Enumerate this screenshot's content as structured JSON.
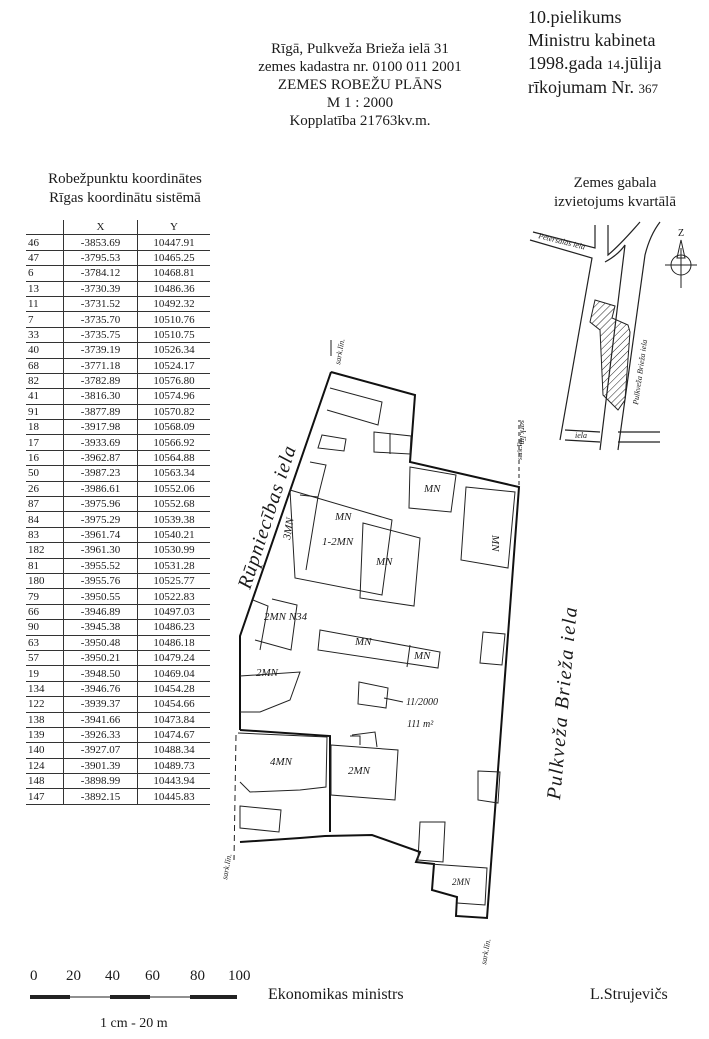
{
  "annex": {
    "line1": "10.pielikums",
    "line2": "Ministru kabineta",
    "line3_year": "1998.gada",
    "line3_day": "14",
    "line3_month": ".jūlija",
    "line4": "rīkojumam Nr.",
    "line4_num": "367"
  },
  "title": {
    "address": "Rīgā, Pulkveža Brieža ielā 31",
    "cadastre": "zemes kadastra nr. 0100 011 2001",
    "plan": "ZEMES ROBEŽU PLĀNS",
    "scale": "M 1 : 2000",
    "area": "Kopplatība 21763kv.m."
  },
  "coordinates": {
    "heading1": "Robežpunktu koordinātes",
    "heading2": "Rīgas koordinātu sistēmā",
    "col_x": "X",
    "col_y": "Y",
    "rows": [
      [
        "46",
        "-3853.69",
        "10447.91"
      ],
      [
        "47",
        "-3795.53",
        "10465.25"
      ],
      [
        "6",
        "-3784.12",
        "10468.81"
      ],
      [
        "13",
        "-3730.39",
        "10486.36"
      ],
      [
        "11",
        "-3731.52",
        "10492.32"
      ],
      [
        "7",
        "-3735.70",
        "10510.76"
      ],
      [
        "33",
        "-3735.75",
        "10510.75"
      ],
      [
        "40",
        "-3739.19",
        "10526.34"
      ],
      [
        "68",
        "-3771.18",
        "10524.17"
      ],
      [
        "82",
        "-3782.89",
        "10576.80"
      ],
      [
        "41",
        "-3816.30",
        "10574.96"
      ],
      [
        "91",
        "-3877.89",
        "10570.82"
      ],
      [
        "18",
        "-3917.98",
        "10568.09"
      ],
      [
        "17",
        "-3933.69",
        "10566.92"
      ],
      [
        "16",
        "-3962.87",
        "10564.88"
      ],
      [
        "50",
        "-3987.23",
        "10563.34"
      ],
      [
        "26",
        "-3986.61",
        "10552.06"
      ],
      [
        "87",
        "-3975.96",
        "10552.68"
      ],
      [
        "84",
        "-3975.29",
        "10539.38"
      ],
      [
        "83",
        "-3961.74",
        "10540.21"
      ],
      [
        "182",
        "-3961.30",
        "10530.99"
      ],
      [
        "81",
        "-3955.52",
        "10531.28"
      ],
      [
        "180",
        "-3955.76",
        "10525.77"
      ],
      [
        "79",
        "-3950.55",
        "10522.83"
      ],
      [
        "66",
        "-3946.89",
        "10497.03"
      ],
      [
        "90",
        "-3945.38",
        "10486.23"
      ],
      [
        "63",
        "-3950.48",
        "10486.18"
      ],
      [
        "57",
        "-3950.21",
        "10479.24"
      ],
      [
        "19",
        "-3948.50",
        "10469.04"
      ],
      [
        "134",
        "-3946.76",
        "10454.28"
      ],
      [
        "122",
        "-3939.37",
        "10454.66"
      ],
      [
        "138",
        "-3941.66",
        "10473.84"
      ],
      [
        "139",
        "-3926.33",
        "10474.67"
      ],
      [
        "140",
        "-3927.07",
        "10488.34"
      ],
      [
        "124",
        "-3901.39",
        "10489.73"
      ],
      [
        "148",
        "-3898.99",
        "10443.94"
      ],
      [
        "147",
        "-3892.15",
        "10445.83"
      ]
    ]
  },
  "location": {
    "heading1": "Zemes gabala",
    "heading2": "izvietojums kvartālā",
    "north": "Z",
    "street_a": "Pētersalas iela",
    "street_b": "Pulkveža Brieža iela",
    "street_c": "iela",
    "redline": "sark.līn."
  },
  "plan": {
    "street_left": "Rūpniecības iela",
    "street_right": "Pulkveža Brieža iela",
    "redline": "sark.līn.",
    "buildings": [
      "MN",
      "MN",
      "3MN",
      "1-2MN",
      "MN",
      "2MN N34",
      "MN",
      "MN",
      "2MN",
      "4MN",
      "2MN",
      "2MN",
      "MN"
    ],
    "parcel_ref": "11/2000",
    "parcel_area": "111 m²"
  },
  "scale_bar": {
    "ticks": [
      "0",
      "20",
      "40",
      "60",
      "80",
      "100"
    ],
    "caption": "1 cm - 20 m"
  },
  "footer": {
    "minister": "Ekonomikas ministrs",
    "signature": "L.Strujevičs"
  }
}
